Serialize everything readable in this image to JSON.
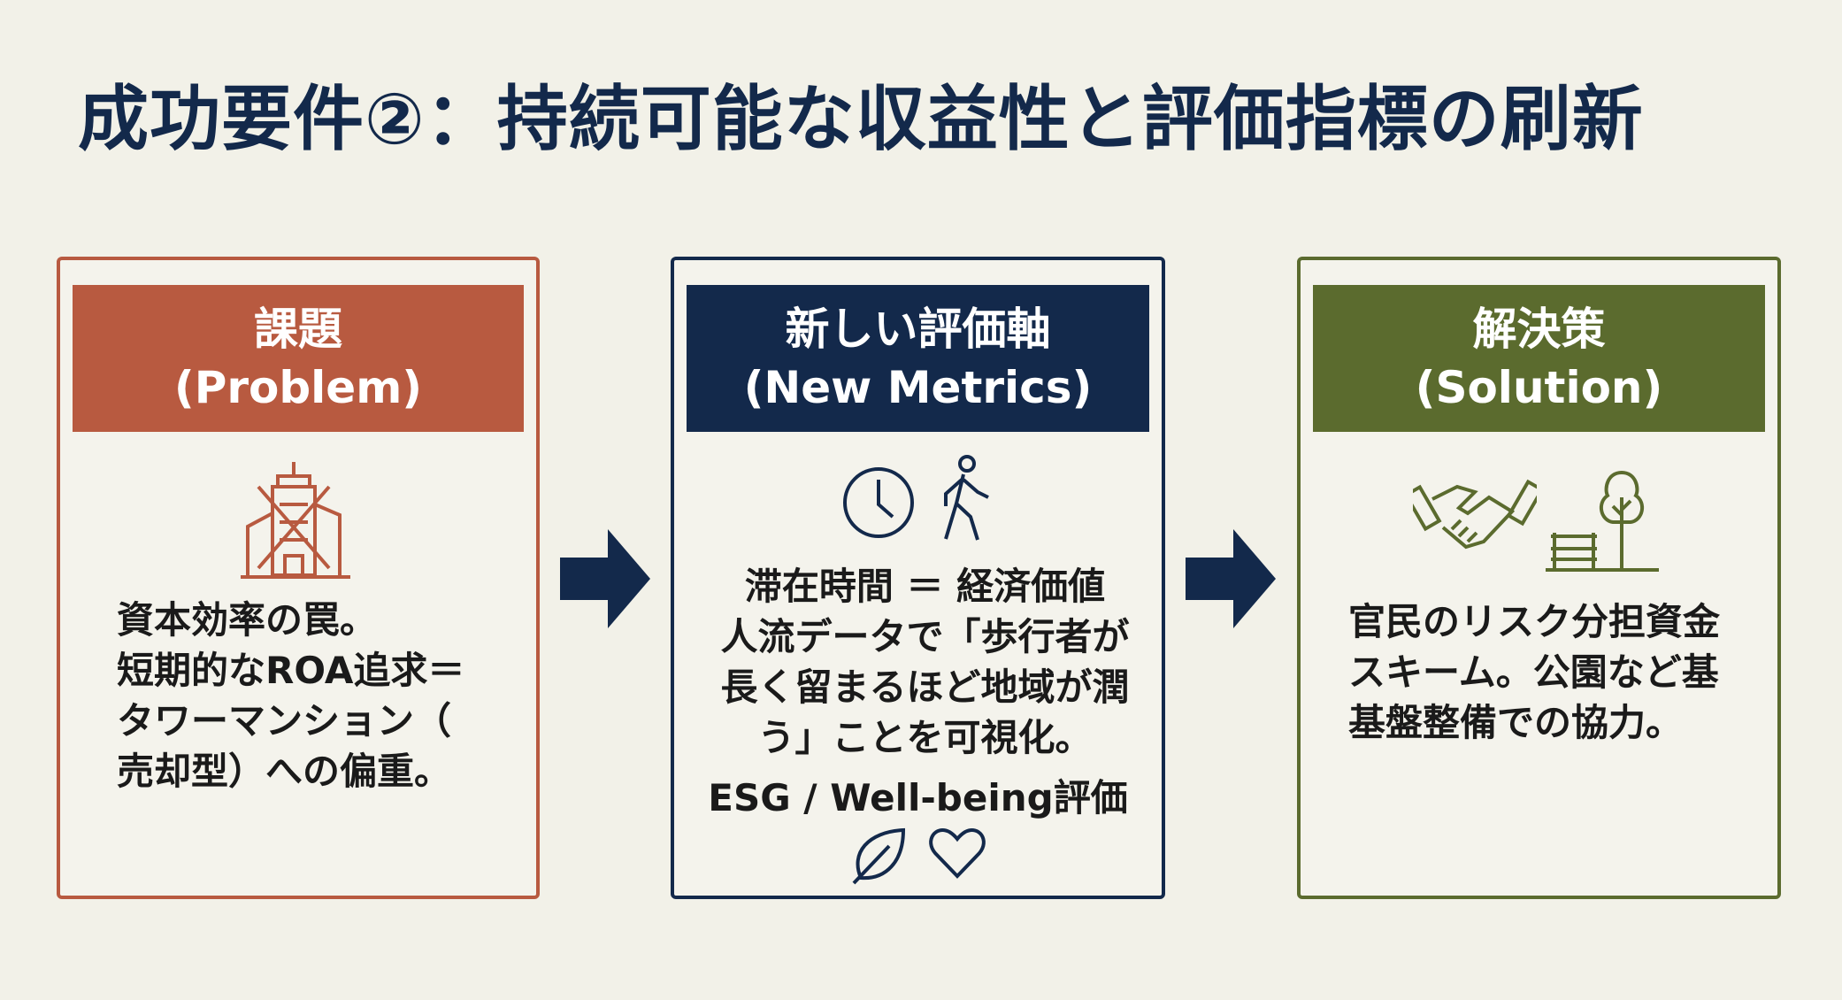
{
  "title": "成功要件②：持続可能な収益性と評価指標の刷新",
  "colors": {
    "problem": "#b85a40",
    "metrics": "#13294b",
    "solution": "#5b6b2e",
    "background": "#f2f1e8"
  },
  "panels": [
    {
      "title": "課題",
      "subtitle": "(Problem)",
      "icons": [
        "crossed-tower-icon"
      ],
      "text": "資本効率の罠。\n短期的なROA追求＝\nタワーマンション（\n売却型）への偏重。"
    },
    {
      "title": "新しい評価軸",
      "subtitle": "(New Metrics)",
      "icons": [
        "clock-icon",
        "walking-person-icon"
      ],
      "text": "滞在時間 ＝ 経済価値\n人流データで「歩行者が\n長く留まるほど地域が潤\nう」ことを可視化。",
      "footer": "ESG / Well-being評価",
      "footer_icons": [
        "leaf-icon",
        "heart-icon"
      ]
    },
    {
      "title": "解決策",
      "subtitle": "(Solution)",
      "icons": [
        "handshake-icon",
        "park-tree-bench-icon"
      ],
      "text": "官民のリスク分担資金\nスキーム。公園など基\n基盤整備での協力。"
    }
  ]
}
